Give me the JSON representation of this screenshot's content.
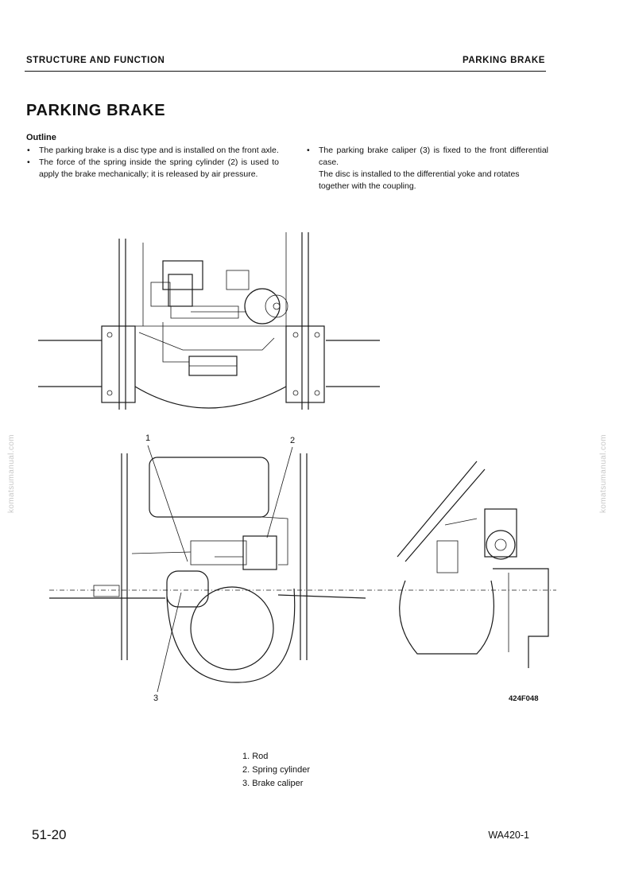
{
  "header": {
    "left": "STRUCTURE AND FUNCTION",
    "right": "PARKING BRAKE"
  },
  "title": "PARKING BRAKE",
  "outline": {
    "heading": "Outline",
    "left_bullets": [
      "The parking brake is a disc type and is installed on the front axle.",
      "The force of the spring inside the spring cylinder (2) is used to apply the brake mechanically; it is released by air pressure."
    ],
    "right_bullet": "The parking brake caliper (3) is fixed to the front differential case.",
    "right_paragraph": "The disc is installed to the differential yoke and rotates together with the coupling."
  },
  "watermark": "komatsumanual.com",
  "figure": {
    "code": "424F048",
    "callouts": [
      "1",
      "2",
      "3"
    ]
  },
  "legend": [
    "1. Rod",
    "2. Spring cylinder",
    "3. Brake caliper"
  ],
  "footer": {
    "page": "51-20",
    "model": "WA420-1"
  }
}
